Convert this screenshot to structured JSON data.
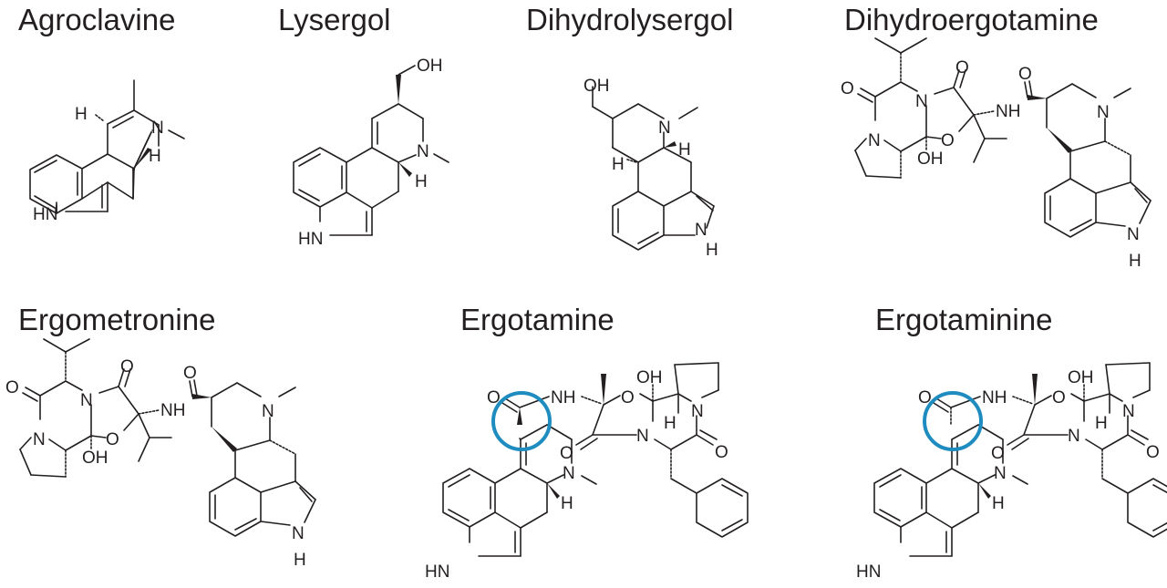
{
  "molecules": [
    {
      "name": "Agroclavine"
    },
    {
      "name": "Lysergol"
    },
    {
      "name": "Dihydrolysergol"
    },
    {
      "name": "Dihydroergotamine"
    },
    {
      "name": "Ergometronine"
    },
    {
      "name": "Ergotamine"
    },
    {
      "name": "Ergotaminine"
    }
  ],
  "atoms": {
    "N": "N",
    "HN": "HN",
    "NH": "NH",
    "H": "H",
    "OH": "OH",
    "O": "O"
  },
  "highlight": {
    "color": "#1f8cc0",
    "shape": "circle",
    "targets": [
      "Ergotamine C8 stereocenter",
      "Ergotaminine C8 stereocenter"
    ]
  }
}
